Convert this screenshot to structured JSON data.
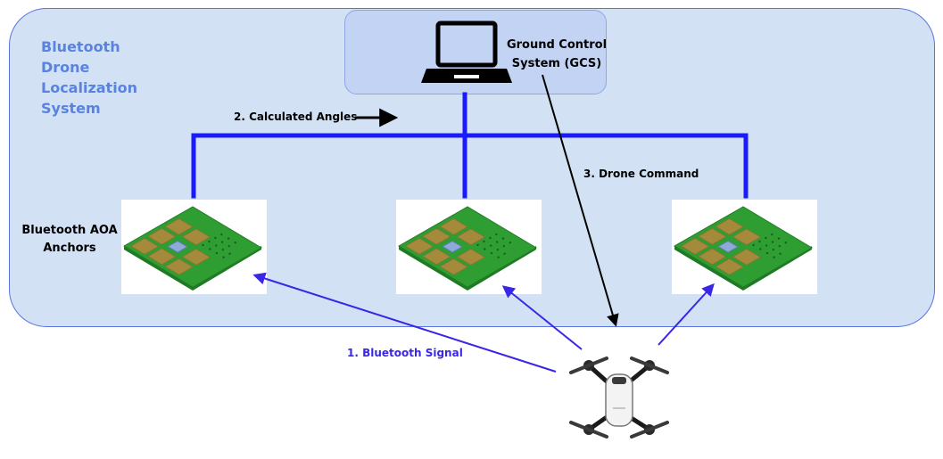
{
  "title_lines": [
    "Bluetooth",
    "Drone",
    "Localization",
    "System"
  ],
  "gcs": {
    "line1": "Ground Control",
    "line2": "System (GCS)",
    "icon": "laptop-icon"
  },
  "labels": {
    "calculated_angles": "2. Calculated Angles",
    "drone_command": "3. Drone Command",
    "bluetooth_signal": "1.  Bluetooth Signal",
    "anchors_line1": "Bluetooth AOA",
    "anchors_line2": "Anchors"
  },
  "colors": {
    "system_fill": "#d2e2f4",
    "system_border": "#5b73e0",
    "title": "#5a82e0",
    "wire": "#1a1aff",
    "signal": "#3a27e6",
    "command": "#000000",
    "board_green": "#2e9e32",
    "board_pad": "#a58a3c"
  },
  "icons": [
    "laptop-icon",
    "circuit-board-icon",
    "drone-icon",
    "arrow-icon"
  ]
}
